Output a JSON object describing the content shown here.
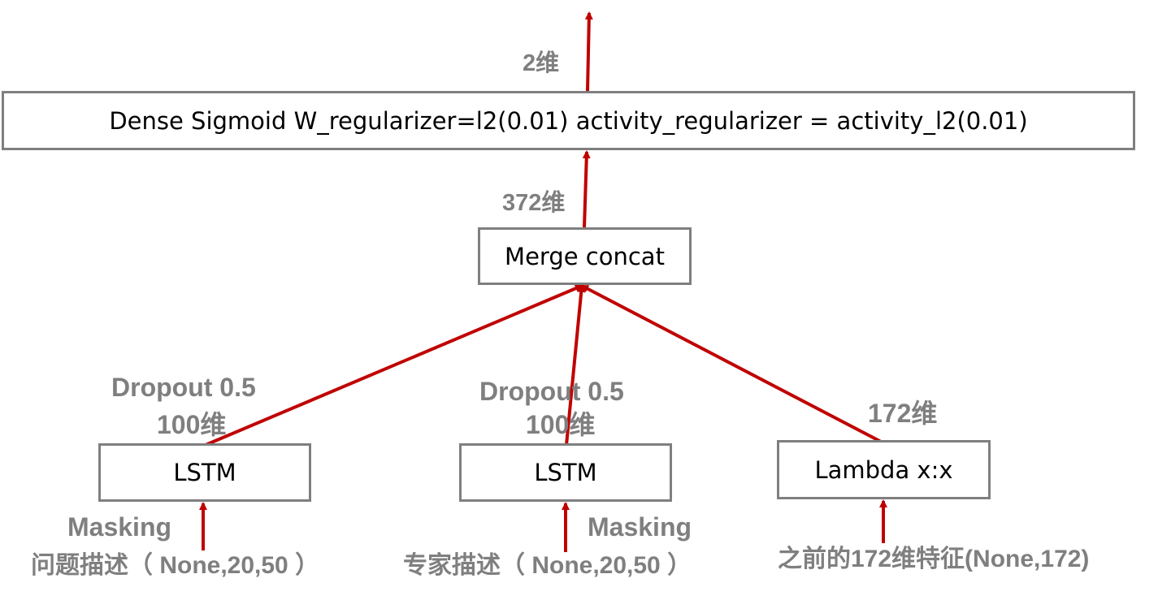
{
  "colors": {
    "arrow": "#c00000",
    "box_border": "#7f7f7f",
    "label": "#7f7f7f"
  },
  "boxes": {
    "dense": "Dense Sigmoid W_regularizer=l2(0.01) activity_regularizer = activity_l2(0.01)",
    "merge": "Merge concat",
    "lstm_left": "LSTM",
    "lstm_middle": "LSTM",
    "lambda": "Lambda x:x"
  },
  "labels": {
    "out_dim": "2维",
    "merge_dim": "372维",
    "dropout_left": "Dropout 0.5",
    "dim_left": "100维",
    "dropout_middle": "Dropout 0.5",
    "dim_middle": "100维",
    "dim_right": "172维",
    "masking_left": "Masking",
    "masking_middle": "Masking",
    "input_left": "问题描述（ None,20,50 ）",
    "input_middle": "专家描述（ None,20,50 ）",
    "input_right": "之前的172维特征(None,172)"
  }
}
